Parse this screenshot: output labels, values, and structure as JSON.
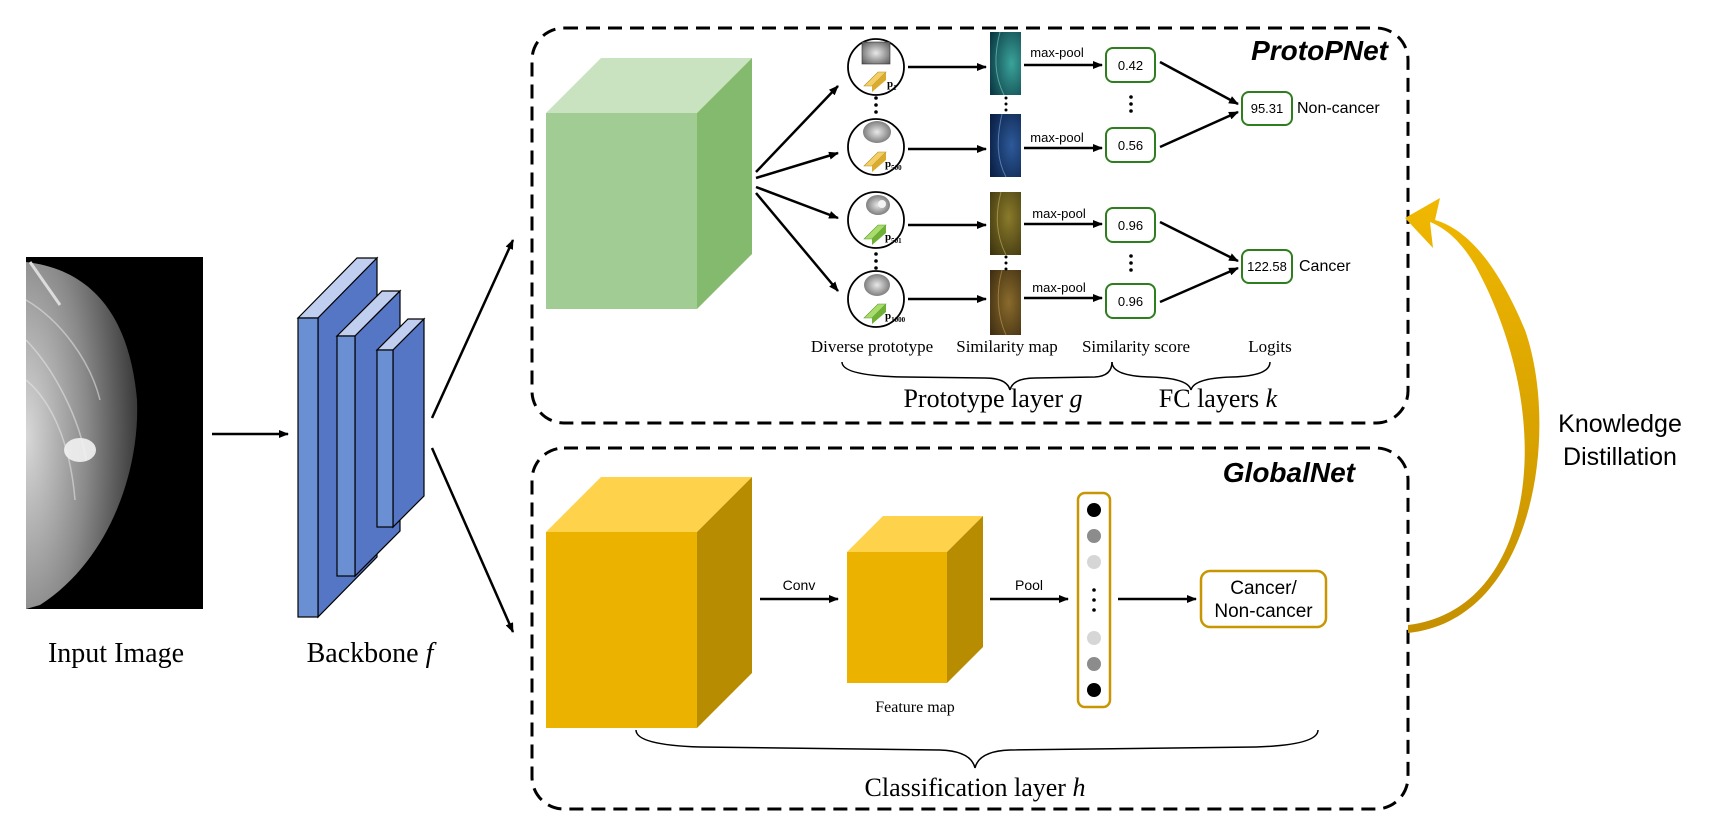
{
  "input_label": "Input Image",
  "backbone_label": "Backbone ",
  "backbone_symbol": "f",
  "protopnet": {
    "title": "ProtoPNet",
    "prototypes": [
      {
        "sub": "1",
        "color": "#f3cf66"
      },
      {
        "sub": "500",
        "color": "#f3cf66"
      },
      {
        "sub": "501",
        "color": "#8cc84b"
      },
      {
        "sub": "1000",
        "color": "#8cc84b"
      }
    ],
    "pool_label": "max-pool",
    "scores": [
      "0.42",
      "0.56",
      "0.96",
      "0.96"
    ],
    "logits": [
      {
        "value": "95.31",
        "label": "Non-cancer"
      },
      {
        "value": "122.58",
        "label": "Cancer"
      }
    ],
    "column_labels": {
      "prototype": "Diverse prototype",
      "similarity_map": "Similarity map",
      "similarity_score": "Similarity score",
      "logits": "Logits"
    },
    "prototype_layer_label": "Prototype layer ",
    "prototype_layer_symbol": "g",
    "fc_layer_label": "FC layers ",
    "fc_layer_symbol": "k",
    "proto_letter": "p"
  },
  "globalnet": {
    "title": "GlobalNet",
    "conv_label": "Conv",
    "pool_label": "Pool",
    "feature_map_label": "Feature map",
    "output_line1": "Cancer/",
    "output_line2": "Non-cancer",
    "classification_label": "Classification layer ",
    "classification_symbol": "h"
  },
  "kd_line1": "Knowledge",
  "kd_line2": "Distillation",
  "colors": {
    "green_front": "#a1cd94",
    "green_top": "#c9e3c0",
    "green_side": "#84ba6e",
    "gold_front": "#ebb200",
    "gold_top": "#ffd24c",
    "gold_side": "#b88c00",
    "backbone": "#6a8fd3",
    "kd_arrow": "#e3aa00",
    "score_border": "#2e7d1e",
    "output_border": "#c89600"
  }
}
